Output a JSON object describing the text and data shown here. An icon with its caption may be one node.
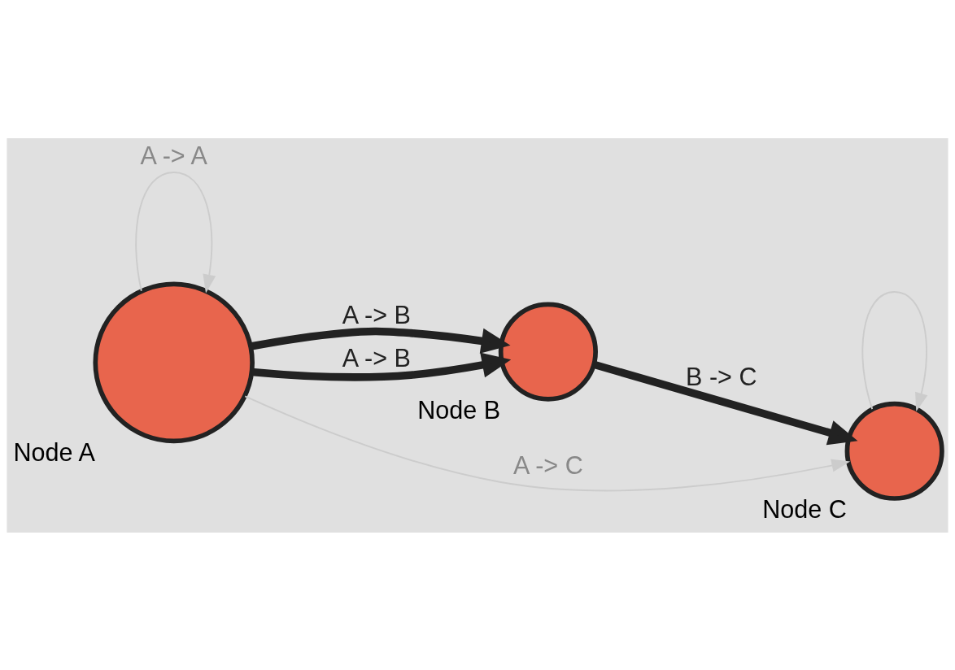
{
  "diagram": {
    "nodes": [
      {
        "text": [
          "Node A"
        ]
      },
      {
        "text": [
          "Node B"
        ]
      },
      {
        "text": [
          "Node C"
        ]
      }
    ],
    "edges": [
      {
        "from": 0,
        "to": 0,
        "arrow": "to",
        "label": "A -> A",
        "color": "#cccccc"
      },
      {
        "from": 0,
        "to": 1,
        "arrow": "to",
        "label": "A -> B",
        "style": "thick",
        "color": "#222222"
      },
      {
        "from": 0,
        "to": 2,
        "arrow": "to",
        "label": "A -> C",
        "color": "#cccccc"
      },
      {
        "from": 0,
        "to": 1,
        "arrow": "to",
        "label": "A -> B",
        "style": "thick",
        "color": "#222222"
      },
      {
        "from": 1,
        "to": 2,
        "arrow": "to",
        "label": "B -> C",
        "style": "thick",
        "color": "#222222"
      },
      {
        "from": 2,
        "to": 2,
        "arrow": "to",
        "color": "#cccccc"
      }
    ]
  }
}
